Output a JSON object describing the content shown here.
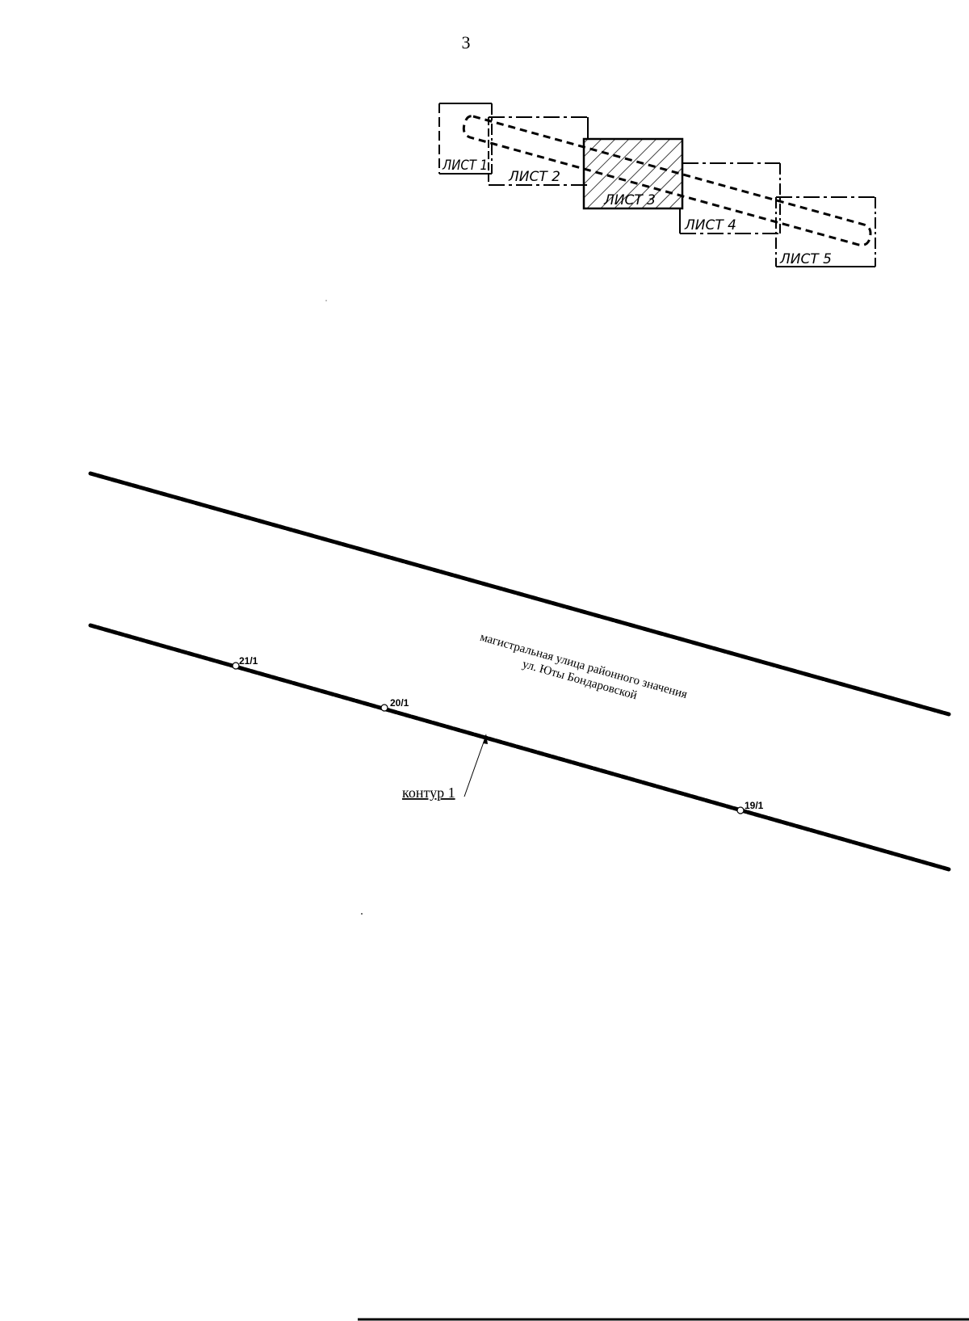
{
  "page_number": "3",
  "key_map": {
    "sheets": [
      {
        "label": "ЛИСТ 1",
        "current": false
      },
      {
        "label": "ЛИСТ 2",
        "current": false
      },
      {
        "label": "ЛИСТ 3",
        "current": true
      },
      {
        "label": "ЛИСТ 4",
        "current": false
      },
      {
        "label": "ЛИСТ 5",
        "current": false
      }
    ]
  },
  "plan": {
    "road_name_line1": "магистральная улица районного значения",
    "road_name_line2": "ул. Юты Бондаровской",
    "points": [
      "21/1",
      "20/1",
      "19/1"
    ],
    "contour_label": "контур 1"
  }
}
